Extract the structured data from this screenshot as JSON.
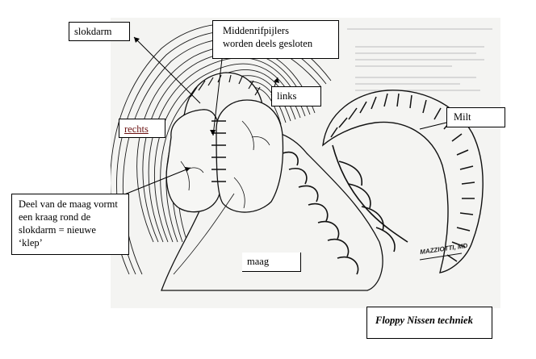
{
  "labels": {
    "slokdarm": "slokdarm",
    "middenrif_line1": "Middenrifpijlers",
    "middenrif_line2": "worden deels gesloten",
    "links": "links",
    "rechts": "rechts",
    "milt": "Milt",
    "deel_line1": "Deel van de maag vormt",
    "deel_line2": "een kraag rond de",
    "deel_line3": "slokdarm = nieuwe",
    "deel_line4": "‘klep’",
    "maag": "maag"
  },
  "caption": "Floppy Nissen techniek",
  "signature": "MAZZIOTTI, MD",
  "colors": {
    "ink": "#000000",
    "paper": "#f4f4f2",
    "background": "#ffffff",
    "rechts_text": "#6b1010"
  }
}
